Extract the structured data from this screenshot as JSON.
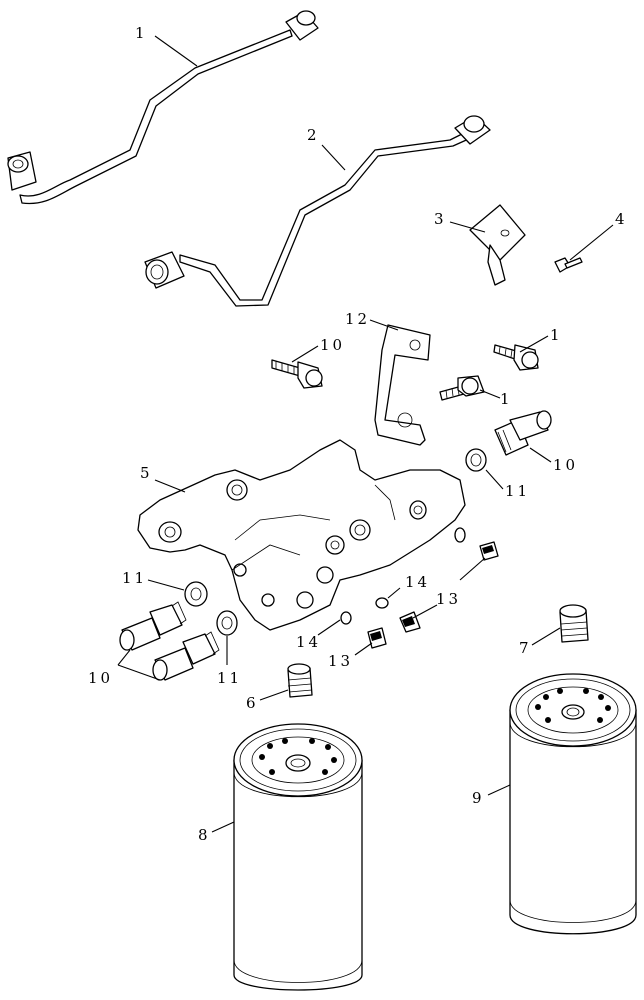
{
  "diagram": {
    "callouts": [
      {
        "id": "c1a",
        "text": "1"
      },
      {
        "id": "c2",
        "text": "2"
      },
      {
        "id": "c3",
        "text": "3"
      },
      {
        "id": "c4",
        "text": "4"
      },
      {
        "id": "c12",
        "text": "12"
      },
      {
        "id": "c10a",
        "text": "10"
      },
      {
        "id": "c1b",
        "text": "1"
      },
      {
        "id": "c1c",
        "text": "1"
      },
      {
        "id": "c10b",
        "text": "10"
      },
      {
        "id": "c11a",
        "text": "11"
      },
      {
        "id": "c5",
        "text": "5"
      },
      {
        "id": "c11b",
        "text": "11"
      },
      {
        "id": "c14a",
        "text": "14"
      },
      {
        "id": "c13a",
        "text": "13"
      },
      {
        "id": "c14b",
        "text": "14"
      },
      {
        "id": "c13b",
        "text": "13"
      },
      {
        "id": "c11c",
        "text": "11"
      },
      {
        "id": "c10c",
        "text": "10"
      },
      {
        "id": "c6",
        "text": "6"
      },
      {
        "id": "c7",
        "text": "7"
      },
      {
        "id": "c8",
        "text": "8"
      },
      {
        "id": "c9",
        "text": "9"
      }
    ]
  }
}
